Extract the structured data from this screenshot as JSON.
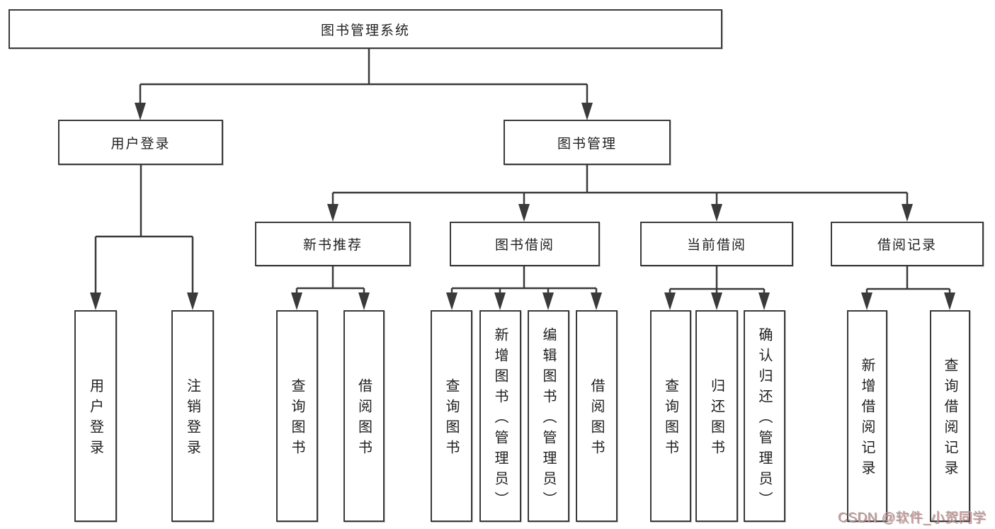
{
  "tree": {
    "label": "图书管理系统",
    "children": [
      {
        "label": "用户登录",
        "children": [
          {
            "label": "用户登录"
          },
          {
            "label": "注销登录"
          }
        ]
      },
      {
        "label": "图书管理",
        "children": [
          {
            "label": "新书推荐",
            "children": [
              {
                "label": "查询图书"
              },
              {
                "label": "借阅图书"
              }
            ]
          },
          {
            "label": "图书借阅",
            "children": [
              {
                "label": "查询图书"
              },
              {
                "label": "新增图书（管理员）"
              },
              {
                "label": "编辑图书（管理员）"
              },
              {
                "label": "借阅图书"
              }
            ]
          },
          {
            "label": "当前借阅",
            "children": [
              {
                "label": "查询图书"
              },
              {
                "label": "归还图书"
              },
              {
                "label": "确认归还（管理员）"
              }
            ]
          },
          {
            "label": "借阅记录",
            "children": [
              {
                "label": "新增借阅记录"
              },
              {
                "label": "查询借阅记录"
              }
            ]
          }
        ]
      }
    ]
  },
  "watermark": {
    "text": "CSDN @软件_小贺同学"
  },
  "colors": {
    "line": "#3a3a3a",
    "box_border": "#3a3a3a",
    "text": "#1f1f1f",
    "background": "#ffffff",
    "watermark_gray": "#a3a3a3",
    "watermark_red": "#cd5252"
  }
}
